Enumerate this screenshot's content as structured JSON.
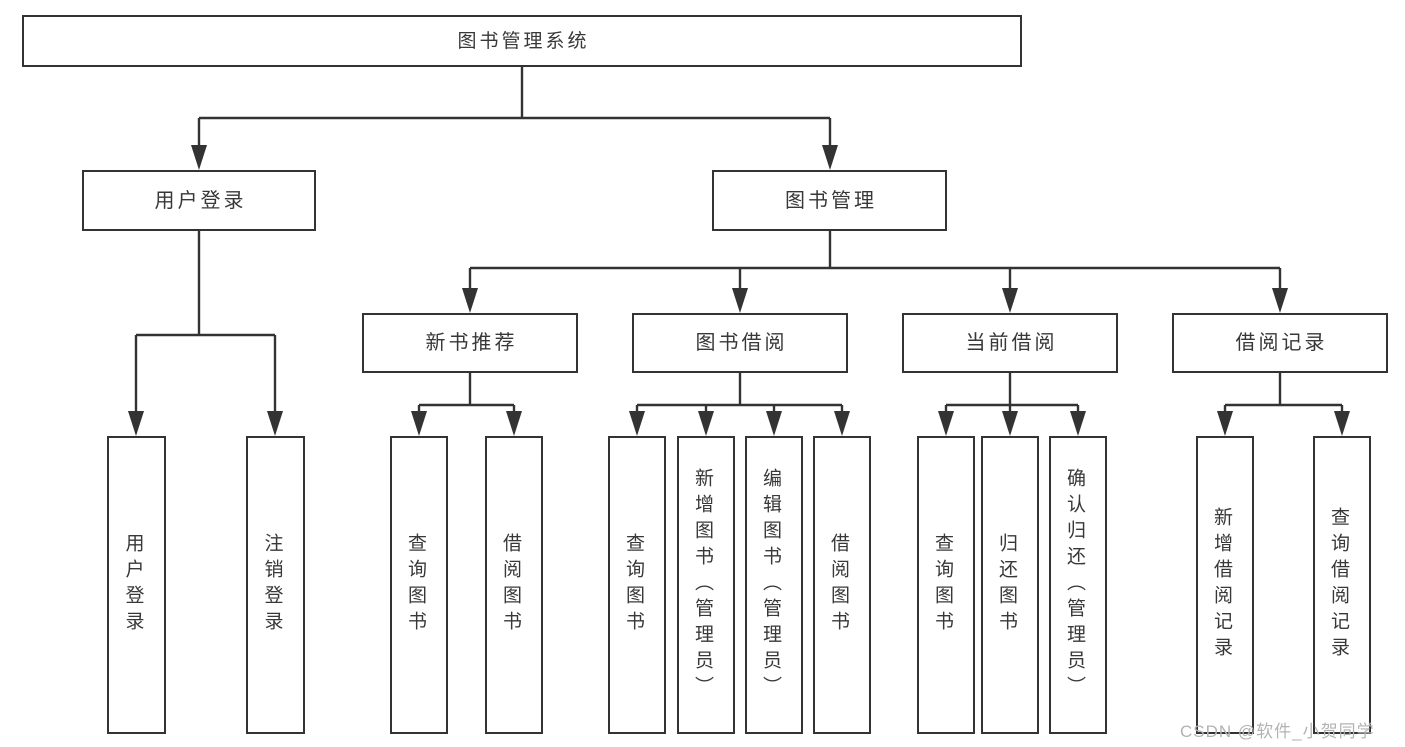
{
  "diagram": {
    "root": {
      "label": "图书管理系统",
      "children": [
        {
          "label": "用户登录",
          "children": [
            {
              "label": "用户登录"
            },
            {
              "label": "注销登录"
            }
          ]
        },
        {
          "label": "图书管理",
          "children": [
            {
              "label": "新书推荐",
              "children": [
                {
                  "label": "查询图书"
                },
                {
                  "label": "借阅图书"
                }
              ]
            },
            {
              "label": "图书借阅",
              "children": [
                {
                  "label": "查询图书"
                },
                {
                  "label": "新增图书（管理员）"
                },
                {
                  "label": "编辑图书（管理员）"
                },
                {
                  "label": "借阅图书"
                }
              ]
            },
            {
              "label": "当前借阅",
              "children": [
                {
                  "label": "查询图书"
                },
                {
                  "label": "归还图书"
                },
                {
                  "label": "确认归还（管理员）"
                }
              ]
            },
            {
              "label": "借阅记录",
              "children": [
                {
                  "label": "新增借阅记录"
                },
                {
                  "label": "查询借阅记录"
                }
              ]
            }
          ]
        }
      ]
    },
    "watermark": "CSDN @软件_小贺同学",
    "colors": {
      "line": "#333333",
      "text": "#383838",
      "box_background": "#ffffff",
      "watermark": "#b3b3b3"
    }
  }
}
